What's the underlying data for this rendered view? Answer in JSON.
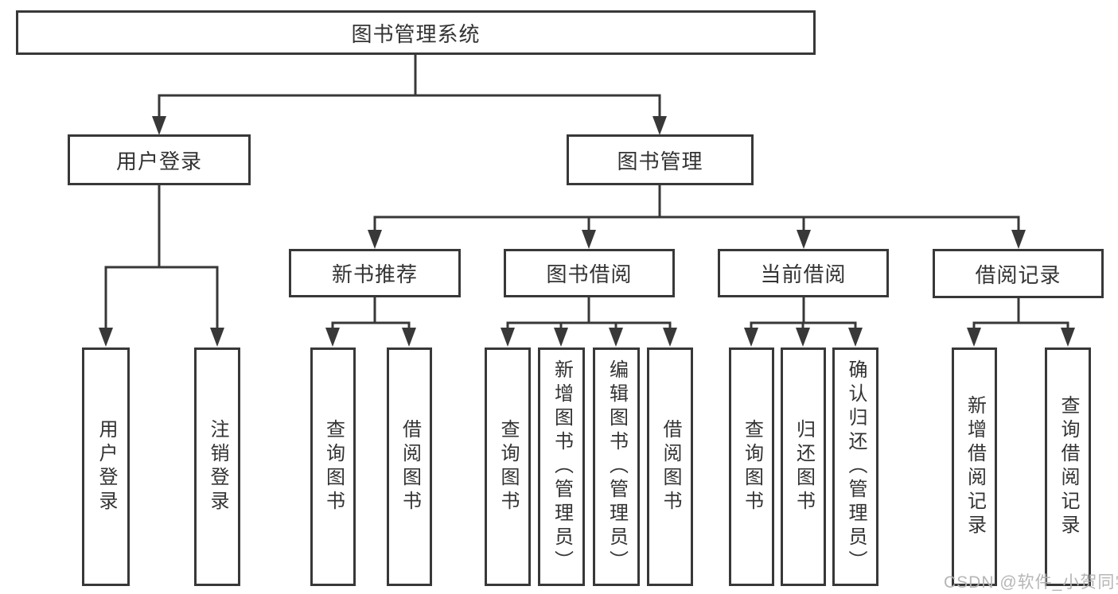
{
  "tree": {
    "root": {
      "label": "图书管理系统",
      "children": [
        {
          "label": "用户登录",
          "children": [
            {
              "label": "用户登录"
            },
            {
              "label": "注销登录"
            }
          ]
        },
        {
          "label": "图书管理",
          "children": [
            {
              "label": "新书推荐",
              "children": [
                {
                  "label": "查询图书"
                },
                {
                  "label": "借阅图书"
                }
              ]
            },
            {
              "label": "图书借阅",
              "children": [
                {
                  "label": "查询图书"
                },
                {
                  "label": "新增图书（管理员）"
                },
                {
                  "label": "编辑图书（管理员）"
                },
                {
                  "label": "借阅图书"
                }
              ]
            },
            {
              "label": "当前借阅",
              "children": [
                {
                  "label": "查询图书"
                },
                {
                  "label": "归还图书"
                },
                {
                  "label": "确认归还（管理员）"
                }
              ]
            },
            {
              "label": "借阅记录",
              "children": [
                {
                  "label": "新增借阅记录"
                },
                {
                  "label": "查询借阅记录"
                }
              ]
            }
          ]
        }
      ]
    }
  },
  "watermark": {
    "text": "CSDN @软件_小贺同学"
  },
  "colors": {
    "line": "#383838",
    "border": "#383838",
    "text": "#333333",
    "background": "#ffffff",
    "watermark": "#b2b2b2"
  }
}
